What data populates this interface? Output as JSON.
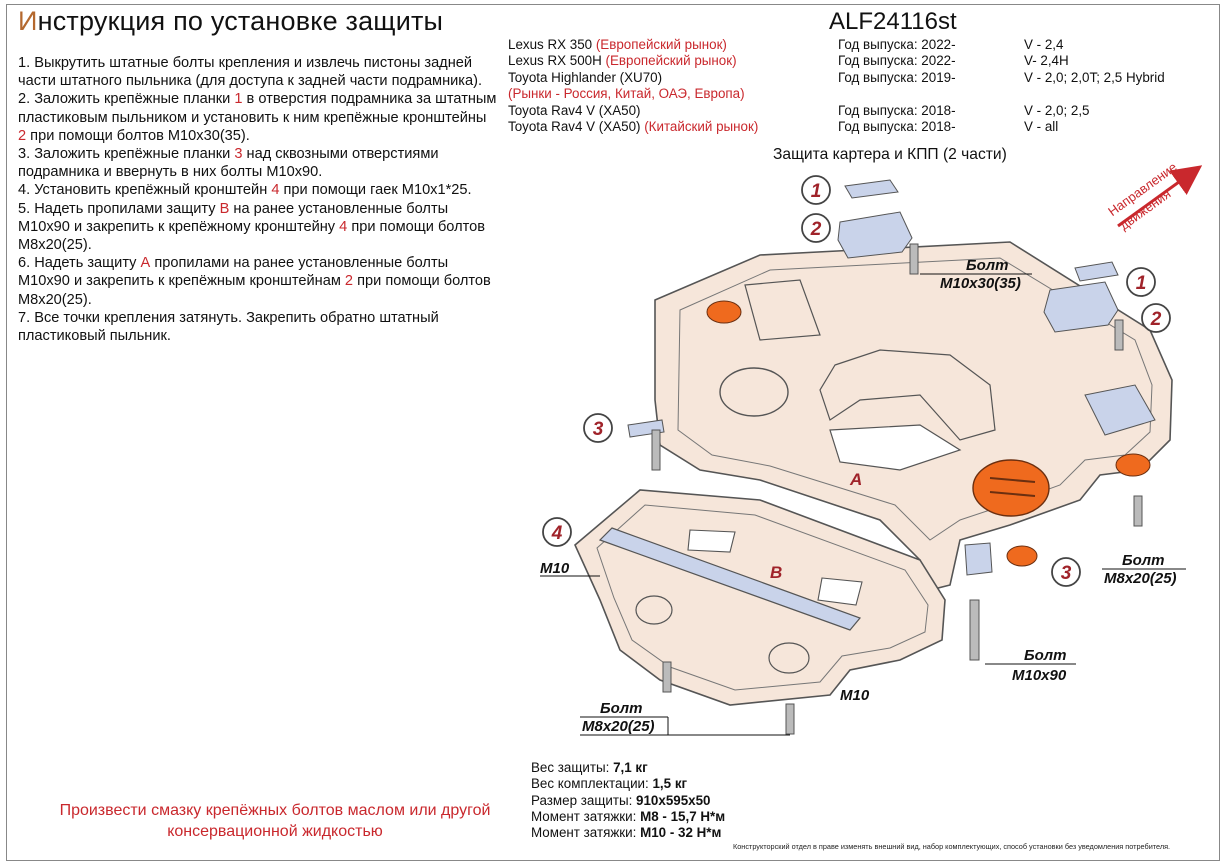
{
  "header": {
    "title_first": "И",
    "title_rest": "нструкция по установке защиты",
    "code": "ALF24116st"
  },
  "instructions": [
    {
      "parts": [
        "1. Выкрутить штатные болты крепления и извлечь пистоны задней части штатного пыльника (для доступа к задней части подрамника)."
      ]
    },
    {
      "parts": [
        "2. Заложить крепёжные планки ",
        "1",
        " в отверстия подрамника за штатным пластиковым пыльником и установить к ним крепёжные кронштейны ",
        "2",
        " при помощи болтов М10х30(35)."
      ]
    },
    {
      "parts": [
        "3. Заложить крепёжные планки ",
        "3",
        " над сквозными отверстиями подрамника и ввернуть в них болты М10х90."
      ]
    },
    {
      "parts": [
        "4. Установить крепёжный кронштейн ",
        "4",
        " при помощи гаек М10х1*25."
      ]
    },
    {
      "parts": [
        "5. Надеть пропилами защиту ",
        "В",
        " на ранее установленные болты М10х90 и закрепить к крепёжному кронштейну ",
        "4",
        " при помощи болтов М8х20(25)."
      ]
    },
    {
      "parts": [
        "6. Надеть защиту ",
        "А",
        " пропилами на ранее установленные болты М10х90 и закрепить к крепёжным кронштейнам ",
        "2",
        " при помощи болтов М8х20(25)."
      ]
    },
    {
      "parts": [
        "7. Все точки крепления затянуть. Закрепить обратно штатный пластиковый пыльник."
      ]
    }
  ],
  "models": [
    {
      "model": "Lexus RX 350 ",
      "market": "(Европейский рынок)",
      "year": "Год выпуска: 2022-",
      "engine": "V - 2,4"
    },
    {
      "model": "Lexus RX 500H ",
      "market": "(Европейский рынок)",
      "year": "Год выпуска: 2022-",
      "engine": "V- 2,4H"
    },
    {
      "model": "Toyota Highlander (XU70)",
      "market": "",
      "year": "Год выпуска: 2019-",
      "engine": "V - 2,0; 2,0T; 2,5 Hybrid"
    },
    {
      "model": "",
      "market": "(Рынки - Россия, Китай, ОАЭ, Европа)",
      "year": "",
      "engine": ""
    },
    {
      "model": "Toyota Rav4 V (XA50)",
      "market": "",
      "year": "Год выпуска: 2018-",
      "engine": "V - 2,0; 2,5"
    },
    {
      "model": "Toyota Rav4 V (XA50) ",
      "market": "(Китайский рынок)",
      "year": "Год выпуска: 2018-",
      "engine": "V - all"
    }
  ],
  "diagram": {
    "subtitle": "Защита картера и КПП (2 части)",
    "direction_line1": "Направление",
    "direction_line2": "движения",
    "part_a": "А",
    "part_b": "В",
    "bolt_word": "Болт",
    "bolt_m10x30": "М10х30(35)",
    "bolt_m8x20": "М8х20(25)",
    "bolt_m10x90": "М10х90",
    "m10": "М10",
    "callouts": [
      "1",
      "2",
      "1",
      "2",
      "3",
      "3",
      "4"
    ]
  },
  "specs": [
    {
      "label": "Вес защиты: ",
      "value": "7,1 кг"
    },
    {
      "label": "Вес комплектации: ",
      "value": "1,5 кг"
    },
    {
      "label": "Размер защиты: ",
      "value": "910х595х50"
    },
    {
      "label": "Момент затяжки: ",
      "value": "М8 - 15,7 Н*м"
    },
    {
      "label": "Момент затяжки: ",
      "value": "М10 - 32 Н*м"
    }
  ],
  "footer": {
    "note": "Произвести смазку крепёжных болтов маслом или другой консервационной жидкостью",
    "fine_print": "Конструкторский отдел в праве изменять внешний вид, набор комплектующих, способ установки без уведомления потребителя."
  },
  "colors": {
    "accent_red": "#c9282d",
    "title_orange": "#b4682e",
    "plate_fill": "#f6e6da",
    "bracket_blue": "#c9d3ea",
    "orange_part": "#ef6a1e"
  }
}
